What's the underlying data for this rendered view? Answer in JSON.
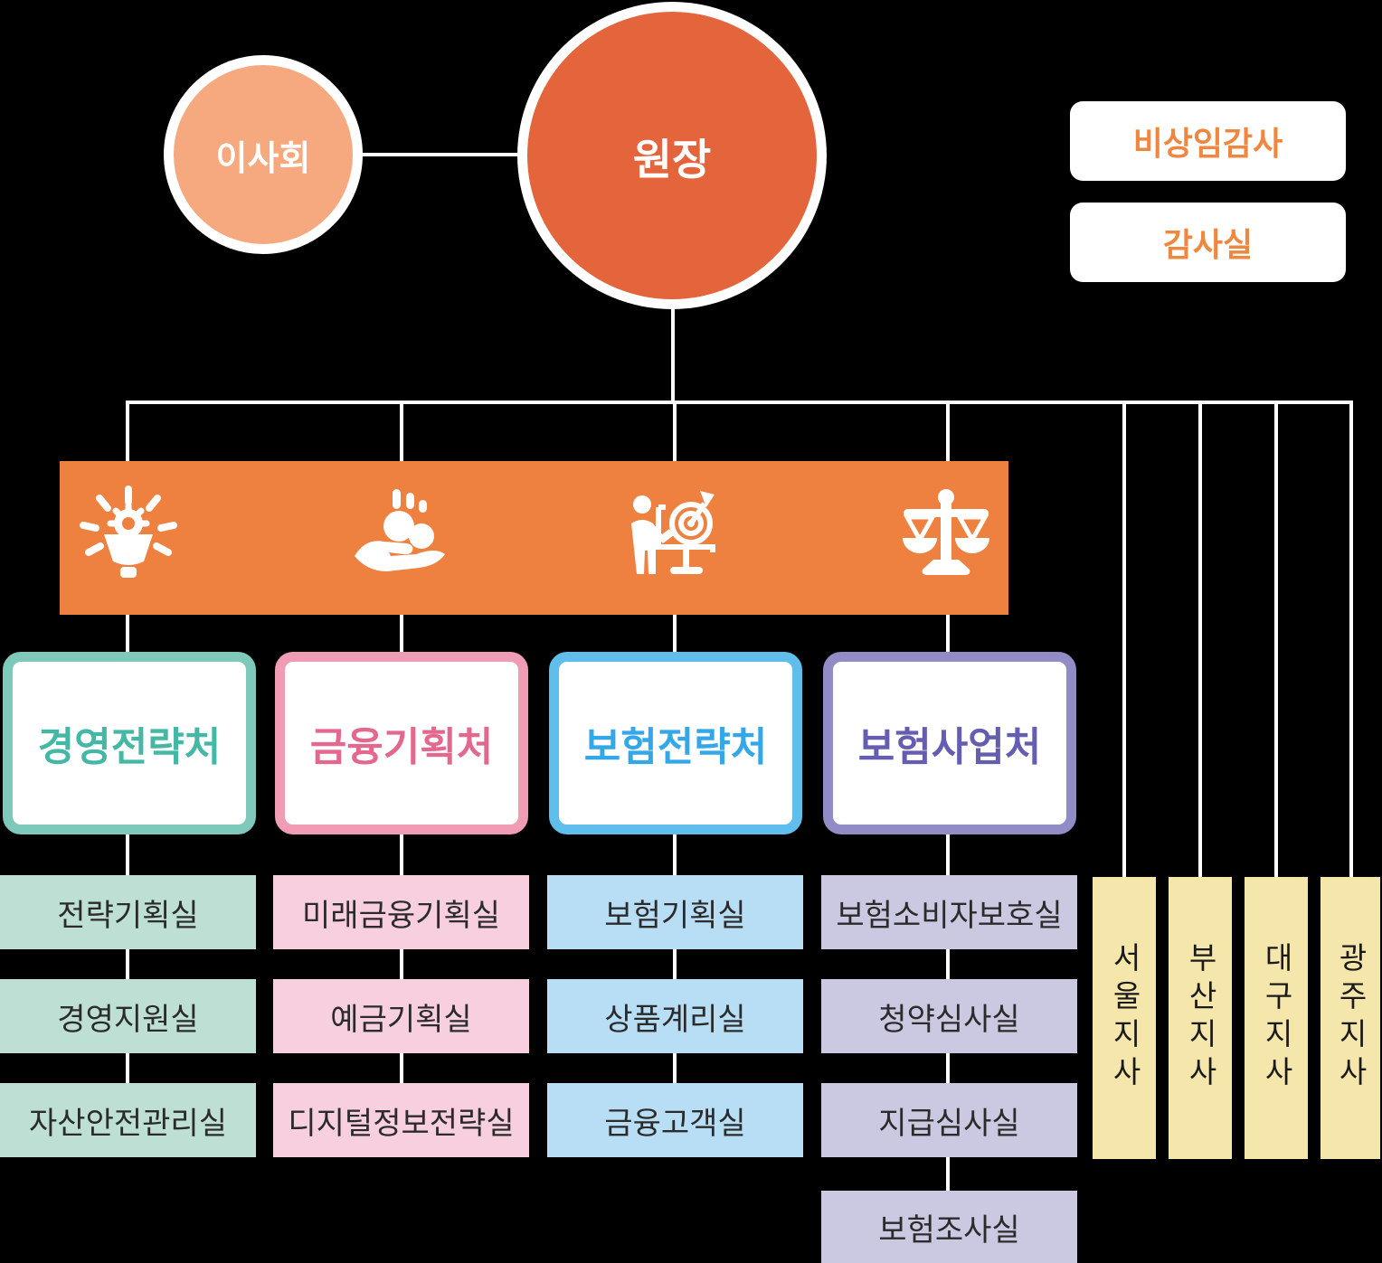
{
  "board": {
    "label": "이사회"
  },
  "president": {
    "label": "원장"
  },
  "audit_boxes": [
    {
      "label": "비상임감사"
    },
    {
      "label": "감사실"
    }
  ],
  "divisions": [
    {
      "label": "경영전략처",
      "icon": "lightbulb-gear-icon",
      "border_color": "#7FC9BB",
      "label_color": "#45B8A5",
      "office_fill": "#BDDFD4",
      "offices": [
        "전략기획실",
        "경영지원실",
        "자산안전관리실"
      ]
    },
    {
      "label": "금융기획처",
      "icon": "hand-coins-icon",
      "border_color": "#F09CB5",
      "label_color": "#E4688E",
      "office_fill": "#F7CFDE",
      "offices": [
        "미래금융기획실",
        "예금기획실",
        "디지털정보전략실"
      ]
    },
    {
      "label": "보험전략처",
      "icon": "presenter-target-icon",
      "border_color": "#5FBEEC",
      "label_color": "#34A7E9",
      "office_fill": "#B7DEF4",
      "offices": [
        "보험기획실",
        "상품계리실",
        "금융고객실"
      ]
    },
    {
      "label": "보험사업처",
      "icon": "scales-icon",
      "border_color": "#928CC6",
      "label_color": "#655DAF",
      "office_fill": "#CBC8E1",
      "offices": [
        "보험소비자보호실",
        "청약심사실",
        "지급심사실",
        "보험조사실"
      ]
    }
  ],
  "regional_branches": [
    {
      "label": "서울지사"
    },
    {
      "label": "부산지사"
    },
    {
      "label": "대구지사"
    },
    {
      "label": "광주지사"
    }
  ],
  "colors": {
    "background": "#000000",
    "banner": "#EE8040",
    "board_circle": "#F6A97E",
    "president_circle": "#E4653C",
    "audit_text": "#F0873F",
    "branch_fill": "#F5E6AB",
    "connector": "#FFFFFF"
  }
}
